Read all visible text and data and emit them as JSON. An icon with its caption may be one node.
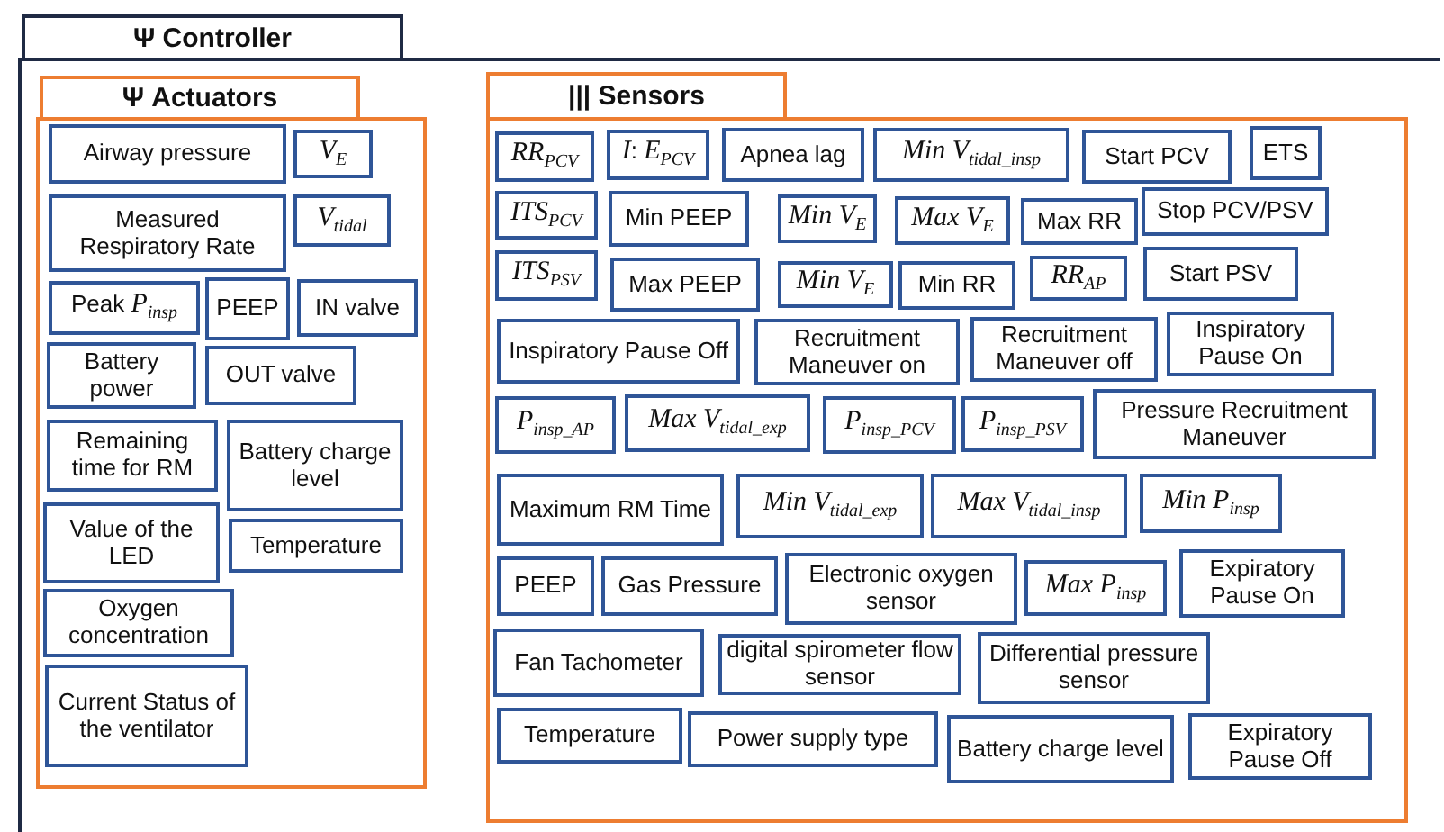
{
  "diagram": {
    "nodes": [
      {
        "text": [
          "Ψ Controller"
        ]
      },
      {
        "text": [
          "Ψ Actuators"
        ],
        "in": 0
      },
      {
        "text": [
          "Airway pressure"
        ],
        "in": 1
      },
      {
        "text": [
          "*V*$_{E}$"
        ],
        "in": 1
      },
      {
        "text": [
          "Measured Respiratory Rate"
        ],
        "in": 1
      },
      {
        "text": [
          "*V*$_{tidal}$"
        ],
        "in": 1
      },
      {
        "text": [
          "Peak *P*$_{insp}$"
        ],
        "in": 1
      },
      {
        "text": [
          "PEEP"
        ],
        "in": 1
      },
      {
        "text": [
          "IN valve"
        ],
        "in": 1
      },
      {
        "text": [
          "Battery power"
        ],
        "in": 1
      },
      {
        "text": [
          "OUT valve"
        ],
        "in": 1
      },
      {
        "text": [
          "Remaining time for RM"
        ],
        "in": 1
      },
      {
        "text": [
          "Battery charge level"
        ],
        "in": 1
      },
      {
        "text": [
          "Value of the LED"
        ],
        "in": 1
      },
      {
        "text": [
          "Temperature"
        ],
        "in": 1
      },
      {
        "text": [
          "Oxygen concentration"
        ],
        "in": 1
      },
      {
        "text": [
          "Current Status of the ventilator"
        ],
        "in": 1
      },
      {
        "text": [
          "||| Sensors"
        ],
        "in": 0
      },
      {
        "text": [
          "*RR*$_{PCV}$"
        ],
        "in": 17
      },
      {
        "text": [
          "*I*: *E*$_{PCV}$"
        ],
        "in": 17
      },
      {
        "text": [
          "Apnea lag"
        ],
        "in": 17
      },
      {
        "text": [
          "*Min V*$_{tidal_insp}$"
        ],
        "in": 17
      },
      {
        "text": [
          "Start PCV"
        ],
        "in": 17
      },
      {
        "text": [
          "ETS"
        ],
        "in": 17
      },
      {
        "text": [
          "*ITS*$_{PCV}$"
        ],
        "in": 17
      },
      {
        "text": [
          "Min PEEP"
        ],
        "in": 17
      },
      {
        "text": [
          "*Min V*$_{E}$"
        ],
        "in": 17
      },
      {
        "text": [
          "*Max V*$_{E}$"
        ],
        "in": 17
      },
      {
        "text": [
          "Max RR"
        ],
        "in": 17
      },
      {
        "text": [
          "Stop PCV/PSV"
        ],
        "in": 17
      },
      {
        "text": [
          "*ITS*$_{PSV}$"
        ],
        "in": 17
      },
      {
        "text": [
          "Max PEEP"
        ],
        "in": 17
      },
      {
        "text": [
          "*Min V*$_{E}$"
        ],
        "in": 17
      },
      {
        "text": [
          "Min RR"
        ],
        "in": 17
      },
      {
        "text": [
          "*RR*$_{AP}$"
        ],
        "in": 17
      },
      {
        "text": [
          "Start PSV"
        ],
        "in": 17
      },
      {
        "text": [
          "Inspiratory Pause Off"
        ],
        "in": 17
      },
      {
        "text": [
          "Recruitment Maneuver on"
        ],
        "in": 17
      },
      {
        "text": [
          "Recruitment Maneuver off"
        ],
        "in": 17
      },
      {
        "text": [
          "Inspiratory Pause On"
        ],
        "in": 17
      },
      {
        "text": [
          "*P*$_{insp_AP}$"
        ],
        "in": 17
      },
      {
        "text": [
          "*Max V*$_{tidal_exp}$"
        ],
        "in": 17
      },
      {
        "text": [
          "*P*$_{insp_PCV}$"
        ],
        "in": 17
      },
      {
        "text": [
          "*P*$_{insp_PSV}$"
        ],
        "in": 17
      },
      {
        "text": [
          "Pressure Recruitment Maneuver"
        ],
        "in": 17
      },
      {
        "text": [
          "Maximum RM Time"
        ],
        "in": 17
      },
      {
        "text": [
          "*Min V*$_{tidal_exp}$"
        ],
        "in": 17
      },
      {
        "text": [
          "*Max V*$_{tidal_insp}$"
        ],
        "in": 17
      },
      {
        "text": [
          "*Min P*$_{insp}$"
        ],
        "in": 17
      },
      {
        "text": [
          "PEEP"
        ],
        "in": 17
      },
      {
        "text": [
          "Gas Pressure"
        ],
        "in": 17
      },
      {
        "text": [
          "Electronic oxygen sensor"
        ],
        "in": 17
      },
      {
        "text": [
          "*Max P*$_{insp}$"
        ],
        "in": 17
      },
      {
        "text": [
          "Expiratory Pause On"
        ],
        "in": 17
      },
      {
        "text": [
          "Fan Tachometer"
        ],
        "in": 17
      },
      {
        "text": [
          "digital spirometer flow sensor"
        ],
        "in": 17
      },
      {
        "text": [
          "Differential pressure sensor"
        ],
        "in": 17
      },
      {
        "text": [
          "Temperature"
        ],
        "in": 17
      },
      {
        "text": [
          "Power supply type"
        ],
        "in": 17
      },
      {
        "text": [
          "Battery charge level"
        ],
        "in": 17
      },
      {
        "text": [
          "Expiratory Pause Off"
        ],
        "in": 17
      }
    ],
    "edges": []
  }
}
